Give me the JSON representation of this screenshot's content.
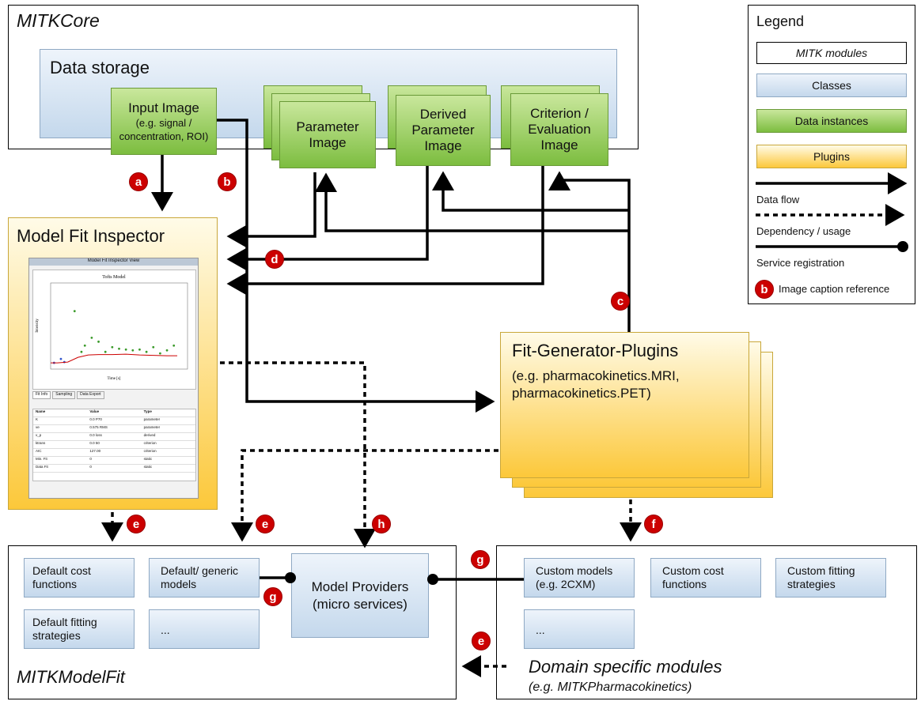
{
  "core": {
    "title": "MITKCore",
    "data_storage": "Data storage",
    "input_image": "Input Image",
    "input_image_sub": "(e.g. signal / concentration, ROI)",
    "parameter_image": "Parameter Image",
    "derived_image": "Derived Parameter Image",
    "criterion_image": "Criterion / Evaluation Image"
  },
  "inspector": {
    "title": "Model Fit Inspector",
    "window_title": "Model Fit Inspector View",
    "chart_title": "Tofts Model",
    "xlabel": "Time [s]",
    "ylabel": "Intensity",
    "tabs": [
      "Fit Info",
      "Sampling",
      "Data Export"
    ],
    "table_header": [
      "Name",
      "Value",
      "Type"
    ],
    "table_rows": [
      [
        "K",
        "0.0 P70",
        "parameter"
      ],
      [
        "ve",
        "0.575 RMS",
        "parameter"
      ],
      [
        "v_p",
        "0.0 loss",
        "derived"
      ],
      [
        "ktrans",
        "0.0 50",
        "criterion"
      ],
      [
        "AIC",
        "127.00",
        "criterion"
      ],
      [
        "Min. Fit",
        "0",
        "static"
      ],
      [
        "Data Fit",
        "0",
        "static"
      ]
    ]
  },
  "plugins": {
    "title": "Fit-Generator-Plugins",
    "subtitle": "(e.g. pharmacokinetics.MRI, pharmacokinetics.PET)"
  },
  "modelfit": {
    "title": "MITKModelFit",
    "cost": "Default cost functions",
    "generic": "Default/ generic models",
    "fitting": "Default fitting strategies",
    "more": "...",
    "providers": "Model Providers (micro services)"
  },
  "domain": {
    "title": "Domain specific modules",
    "subtitle": "(e.g. MITKPharmacokinetics)",
    "custom_models": "Custom models (e.g. 2CXM)",
    "custom_cost": "Custom cost functions",
    "custom_fitting": "Custom fitting strategies",
    "more": "..."
  },
  "legend": {
    "title": "Legend",
    "modules": "MITK modules",
    "classes": "Classes",
    "data": "Data instances",
    "plugins": "Plugins",
    "data_flow": "Data flow",
    "dependency": "Dependency / usage",
    "service": "Service registration",
    "caption_ref": "Image caption reference",
    "caption_badge": "b"
  },
  "badges": {
    "a": "a",
    "b": "b",
    "c": "c",
    "d": "d",
    "e": "e",
    "f": "f",
    "g": "g",
    "h": "h"
  },
  "colors": {
    "badge": "#c00000",
    "classes": "#c4d8ec",
    "data": "#7cbd3f",
    "plugins": "#fcc83a"
  },
  "chart_data": {
    "type": "scatter",
    "title": "Tofts Model",
    "xlabel": "Time [s]",
    "ylabel": "Intensity",
    "xlim": [
      0,
      200
    ],
    "ylim": [
      -100,
      1000
    ],
    "points": [
      [
        5,
        -20
      ],
      [
        15,
        30
      ],
      [
        20,
        -10
      ],
      [
        35,
        640
      ],
      [
        45,
        120
      ],
      [
        50,
        200
      ],
      [
        60,
        300
      ],
      [
        70,
        250
      ],
      [
        80,
        120
      ],
      [
        90,
        180
      ],
      [
        100,
        160
      ],
      [
        110,
        150
      ],
      [
        120,
        140
      ],
      [
        130,
        150
      ],
      [
        140,
        120
      ],
      [
        150,
        180
      ],
      [
        160,
        100
      ],
      [
        170,
        140
      ],
      [
        180,
        200
      ]
    ],
    "fit": [
      [
        0,
        -20
      ],
      [
        10,
        -20
      ],
      [
        25,
        -10
      ],
      [
        40,
        50
      ],
      [
        55,
        80
      ],
      [
        70,
        85
      ],
      [
        90,
        85
      ],
      [
        110,
        90
      ],
      [
        130,
        80
      ],
      [
        150,
        75
      ],
      [
        170,
        70
      ],
      [
        185,
        70
      ]
    ]
  }
}
